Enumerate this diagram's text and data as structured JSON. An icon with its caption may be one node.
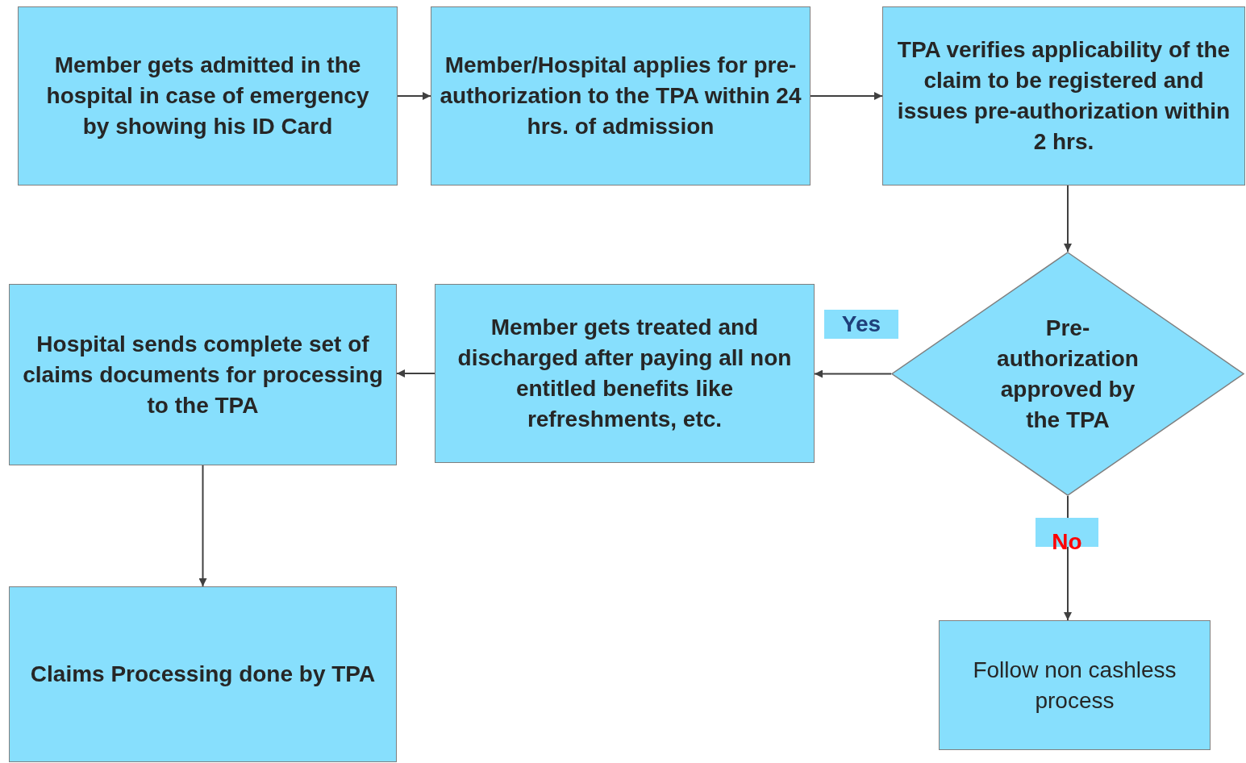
{
  "diagram": {
    "nodes": [
      {
        "text": [
          "Member gets admitted in the hospital in case of emergency by showing his ID Card"
        ]
      },
      {
        "text": [
          "Member/Hospital applies for pre-authorization to the TPA within 24 hrs. of admission"
        ]
      },
      {
        "text": [
          "TPA verifies applicability of the claim to be registered and issues pre-authorization within 2 hrs."
        ]
      },
      {
        "text": [
          "Pre-authorization approved by the TPA"
        ]
      },
      {
        "text": [
          "Member gets treated and discharged after paying all non entitled benefits like refreshments, etc."
        ]
      },
      {
        "text": [
          "Hospital sends complete set of claims documents for processing to the TPA"
        ]
      },
      {
        "text": [
          "Claims Processing done by TPA"
        ]
      },
      {
        "text": [
          "Follow non cashless process"
        ]
      }
    ],
    "edges": [
      {
        "from": 0,
        "to": 1,
        "arrow": "to"
      },
      {
        "from": 1,
        "to": 2,
        "arrow": "to"
      },
      {
        "from": 2,
        "to": 3,
        "arrow": "to"
      },
      {
        "from": 3,
        "to": 4,
        "arrow": "to",
        "label": "Yes"
      },
      {
        "from": 4,
        "to": 5,
        "arrow": "to"
      },
      {
        "from": 5,
        "to": 6,
        "arrow": "to"
      },
      {
        "from": 3,
        "to": 7,
        "arrow": "to",
        "label": "No"
      }
    ]
  }
}
